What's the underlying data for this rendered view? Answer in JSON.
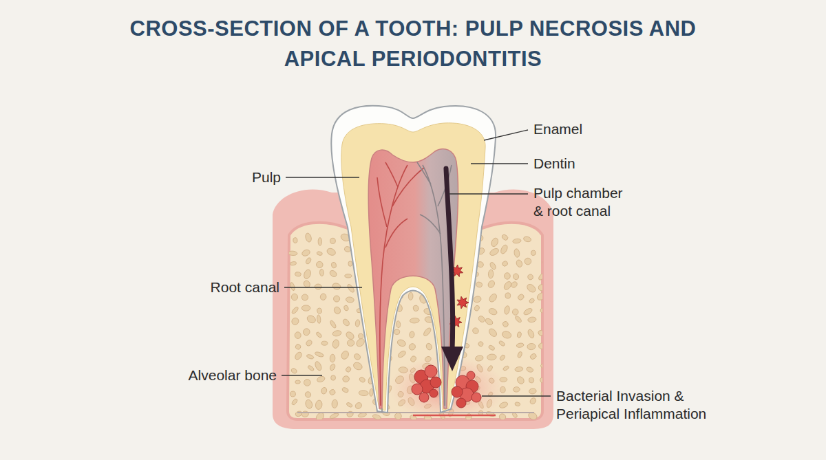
{
  "diagram": {
    "title": "CROSS-SECTION OF A TOOTH: PULP NECROSIS AND APICAL PERIODONTITIS",
    "labels": [
      "Enamel",
      "Dentin",
      "Pulp",
      "Pulp chamber & root canal",
      "Root canal",
      "Alveolar bone",
      "Bacterial Invasion & Periapical Inflammation"
    ]
  }
}
